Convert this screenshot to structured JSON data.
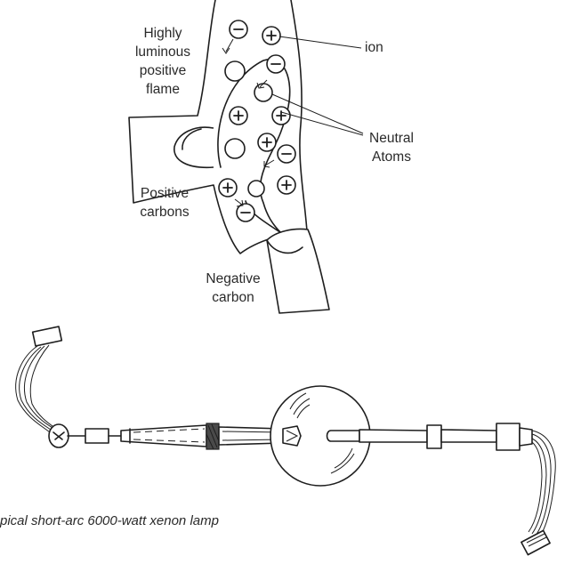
{
  "arc_diagram": {
    "labels": {
      "flame": [
        "Highly",
        "luminous",
        "positive",
        "flame"
      ],
      "ion": "ion",
      "neutral": [
        "Neutral",
        "Atoms"
      ],
      "positive_carbons": [
        "Positive",
        "carbons"
      ],
      "negative_carbon": [
        "Negative",
        "carbon"
      ]
    },
    "particles": [
      {
        "kind": "negative-ion"
      },
      {
        "kind": "positive-ion"
      },
      {
        "kind": "neutral-atom"
      },
      {
        "kind": "negative-ion"
      },
      {
        "kind": "neutral-atom"
      },
      {
        "kind": "positive-ion"
      },
      {
        "kind": "positive-ion"
      },
      {
        "kind": "neutral-atom"
      },
      {
        "kind": "positive-ion"
      },
      {
        "kind": "negative-ion"
      },
      {
        "kind": "positive-ion"
      },
      {
        "kind": "neutral-atom"
      },
      {
        "kind": "positive-ion"
      },
      {
        "kind": "negative-ion"
      }
    ]
  },
  "lamp_diagram": {
    "caption": "pical short-arc 6000-watt xenon lamp"
  }
}
